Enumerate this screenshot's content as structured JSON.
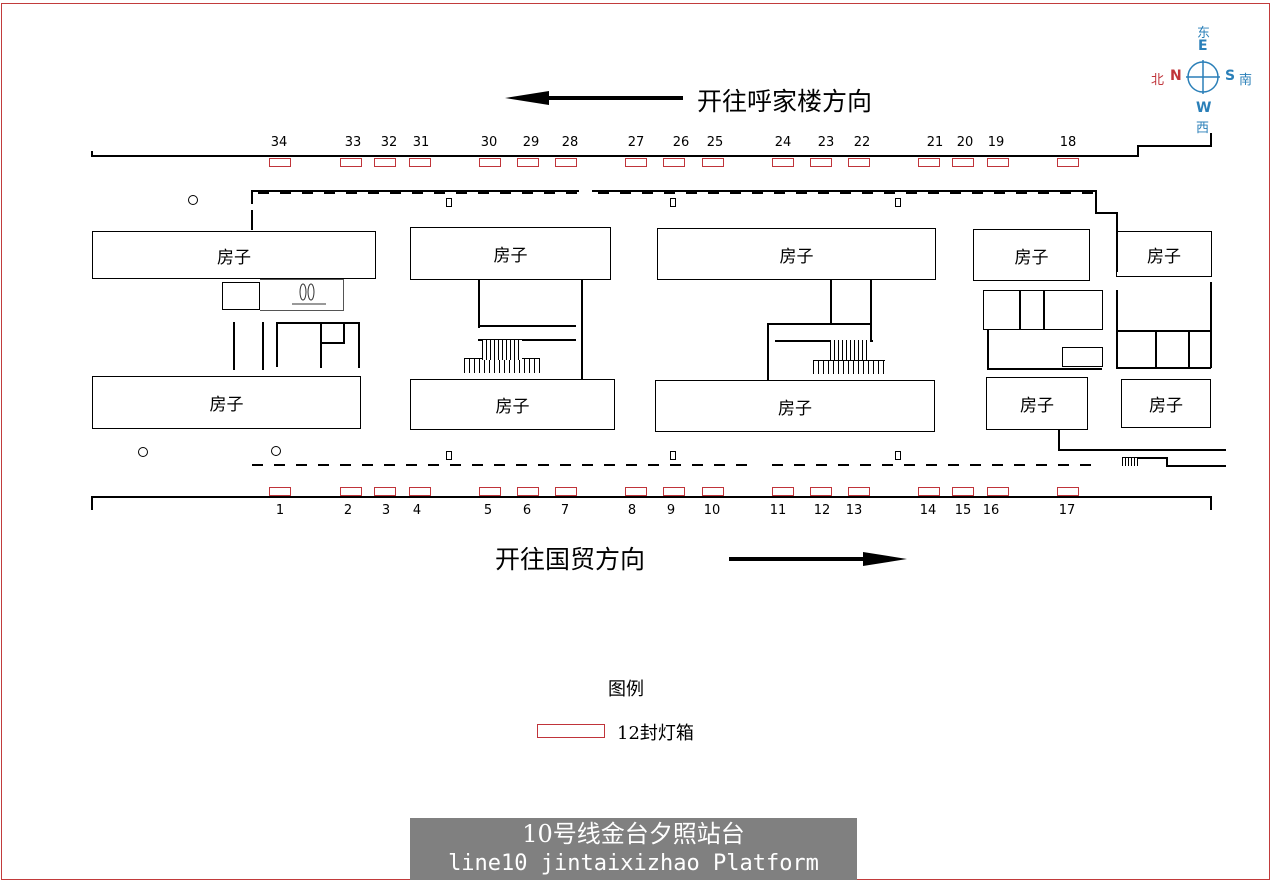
{
  "compass": {
    "east_en": "E",
    "east_cn": "东",
    "west_en": "W",
    "west_cn": "西",
    "north_en": "N",
    "north_cn": "北",
    "south_en": "S",
    "south_cn": "南",
    "colors": {
      "blue": "#2a7fb8",
      "red": "#c0343a"
    }
  },
  "direction_top": "开往呼家楼方向",
  "direction_bottom": "开往国贸方向",
  "top_numbers": [
    "34",
    "33",
    "32",
    "31",
    "30",
    "29",
    "28",
    "27",
    "26",
    "25",
    "24",
    "23",
    "22",
    "21",
    "20",
    "19",
    "18"
  ],
  "bottom_numbers": [
    "1",
    "2",
    "3",
    "4",
    "5",
    "6",
    "7",
    "8",
    "9",
    "10",
    "11",
    "12",
    "13",
    "14",
    "15",
    "16",
    "17"
  ],
  "building_label": "房子",
  "legend": {
    "title": "图例",
    "item_label": "12封灯箱",
    "box_color": "#c0343a"
  },
  "banner": {
    "line1": "10号线金台夕照站台",
    "line2": "line10 jintaixizhao Platform"
  }
}
